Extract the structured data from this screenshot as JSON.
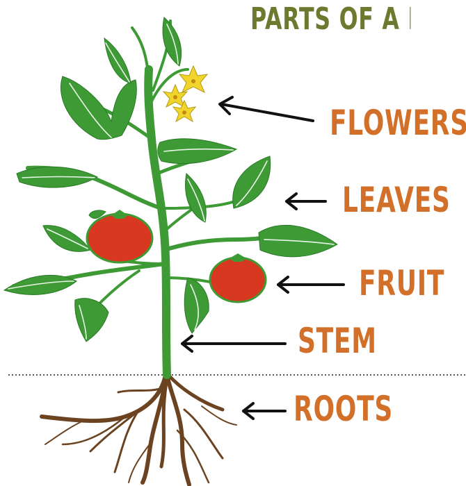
{
  "title": "PARTS OF A PL",
  "labels": {
    "flowers": "FLOWERS",
    "leaves": "LEAVES",
    "fruit": "FRUIT",
    "stem": "STEM",
    "roots": "ROOTS"
  },
  "colors": {
    "title": "#6b7a2e",
    "label": "#d2702a",
    "leaf": "#3d9a34",
    "leaf_dark": "#237023",
    "stem": "#3d9a34",
    "fruit": "#d93820",
    "flower": "#f2d52c",
    "root": "#6b4320",
    "arrow": "#111111"
  }
}
